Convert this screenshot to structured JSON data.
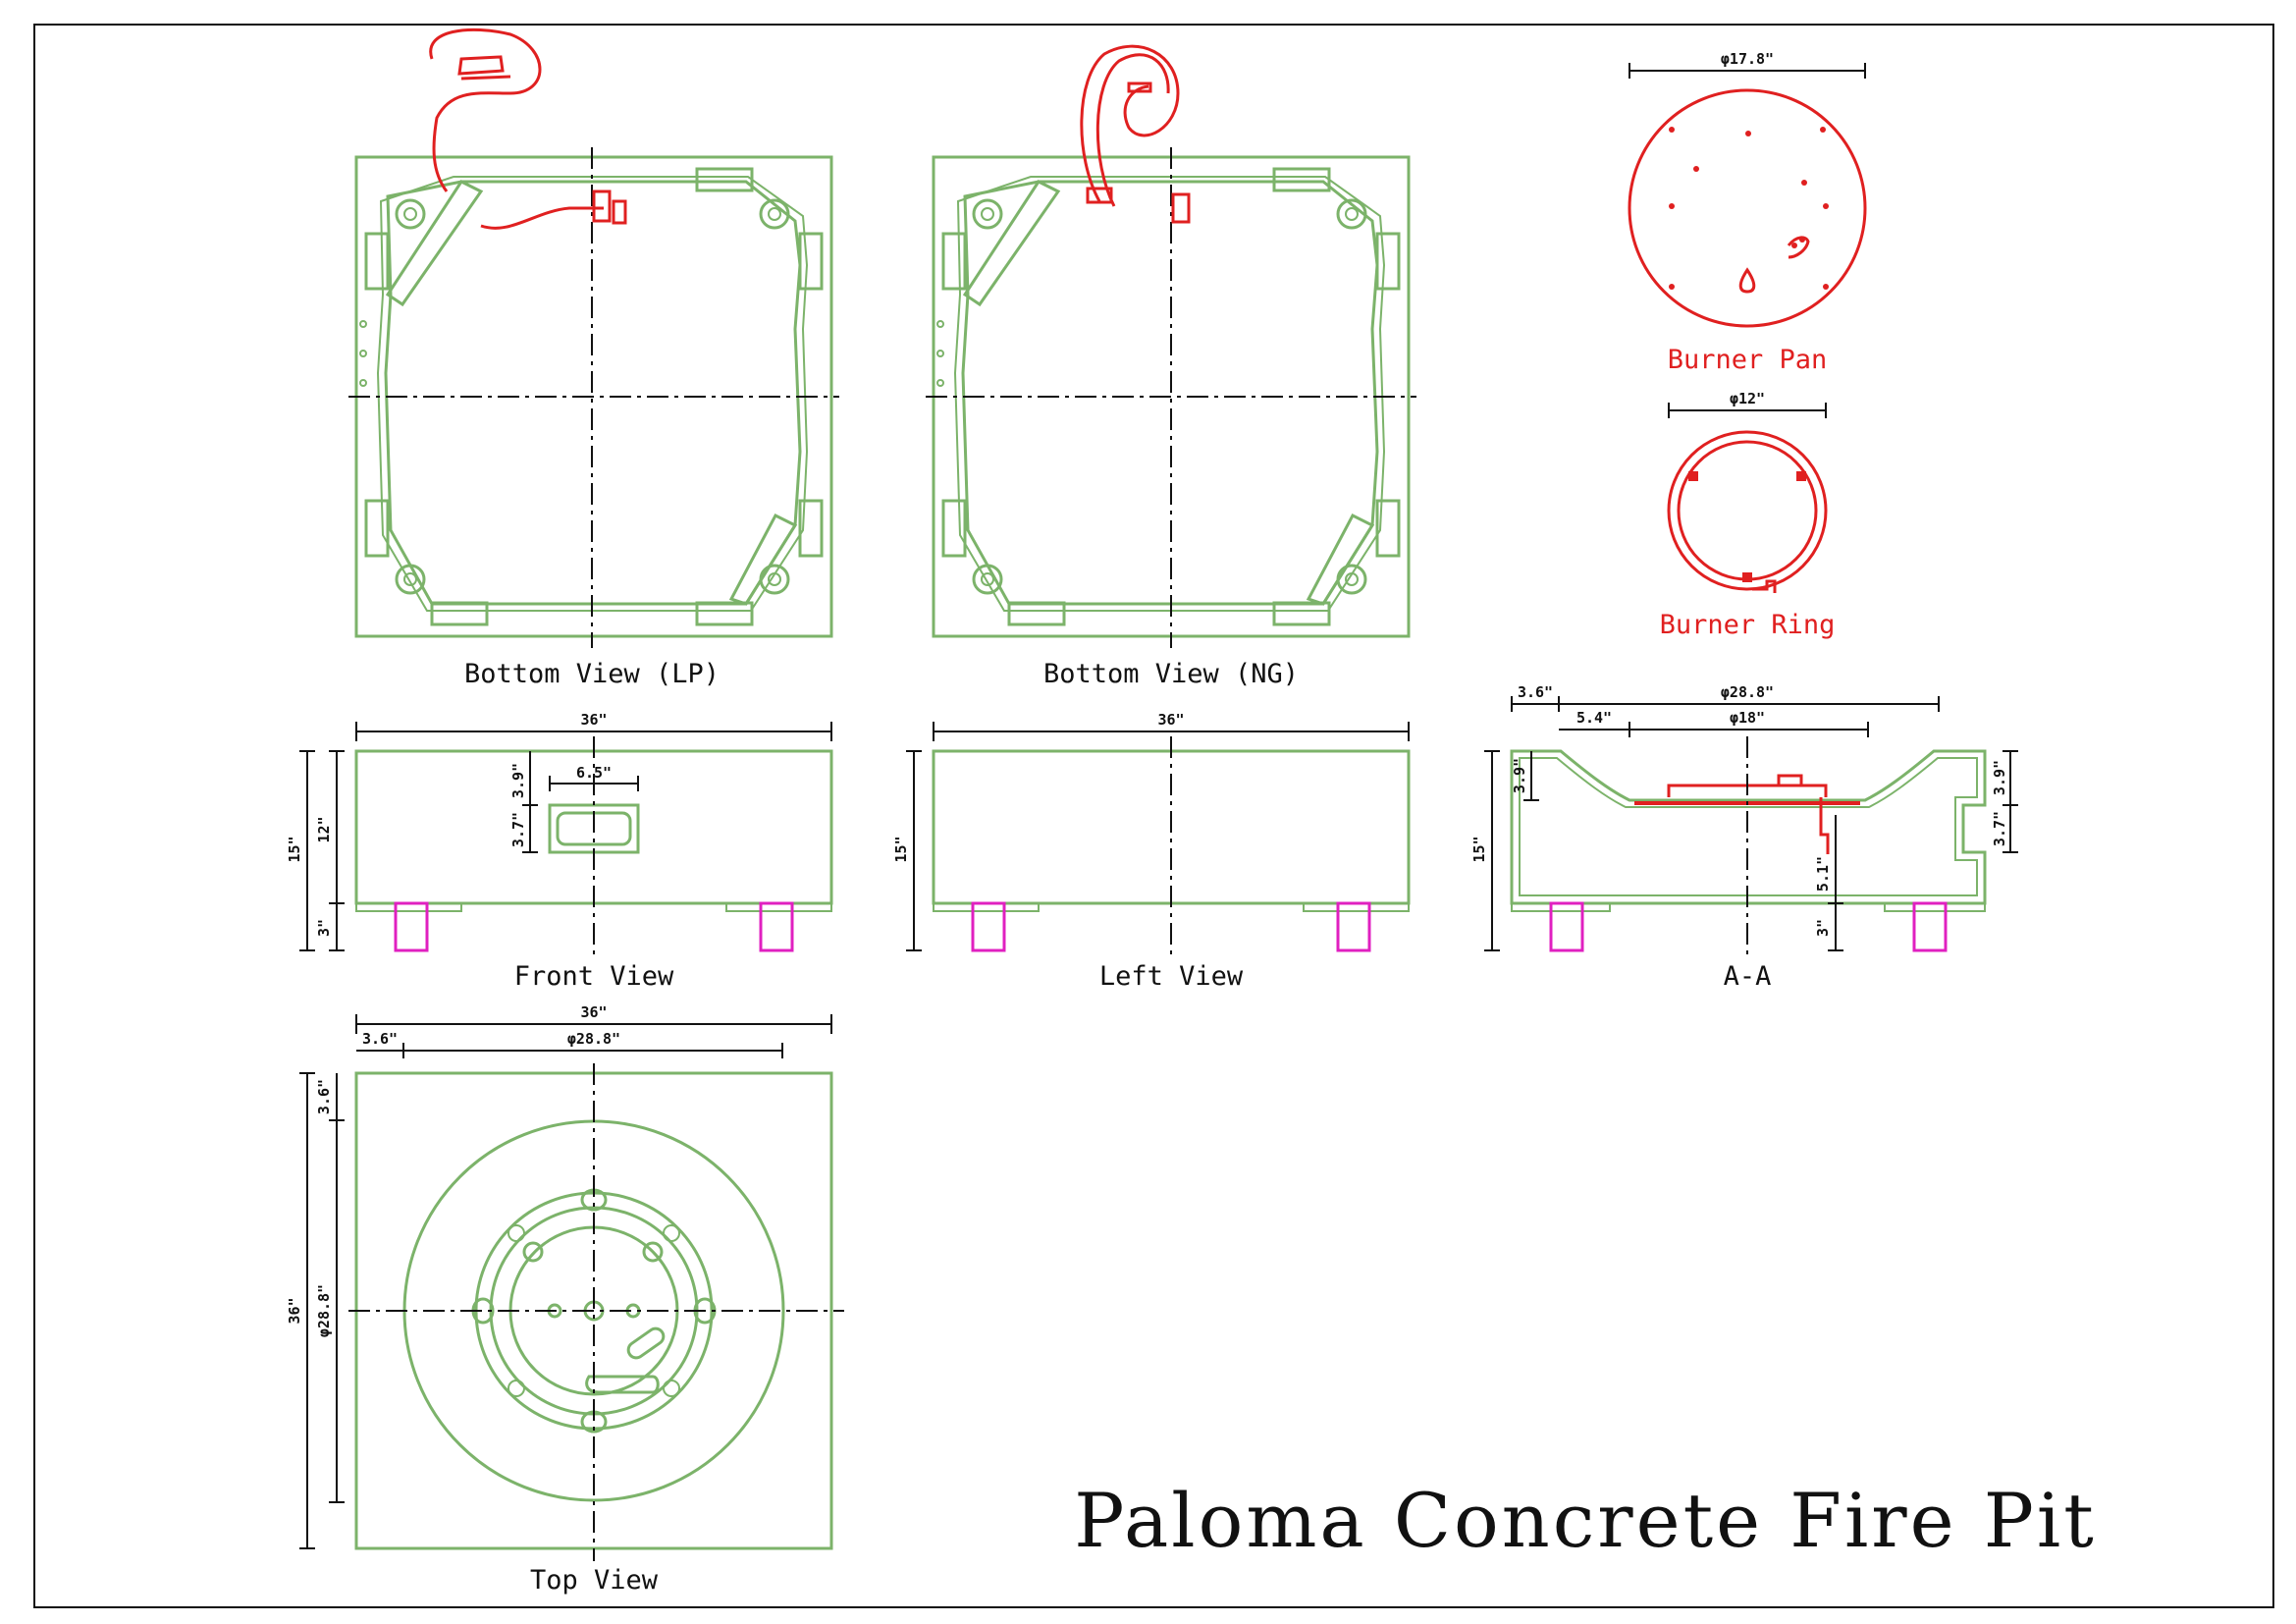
{
  "title": "Paloma Concrete Fire Pit",
  "views": {
    "bottom_lp": "Bottom View (LP)",
    "bottom_ng": "Bottom View (NG)",
    "burner_pan": "Burner Pan",
    "burner_ring": "Burner Ring",
    "front": "Front View",
    "left": "Left View",
    "section": "A-A",
    "top": "Top View"
  },
  "dimensions": {
    "width_36": "36\"",
    "height_15": "15\"",
    "height_12": "12\"",
    "leg_3": "3\"",
    "opening_6_5": "6.5\"",
    "opening_3_9": "3.9\"",
    "opening_3_7": "3.7\"",
    "inset_3_6": "3.6\"",
    "dia_28_8": "φ28.8\"",
    "dia_18": "φ18\"",
    "inset_5_4": "5.4\"",
    "depth_5_1": "5.1\"",
    "pan_17_8": "φ17.8\"",
    "ring_12": "φ12\""
  },
  "colors": {
    "outline": "#7cb36a",
    "gas_parts": "#e02020",
    "legs": "#e020c0",
    "dimension": "#111111"
  }
}
